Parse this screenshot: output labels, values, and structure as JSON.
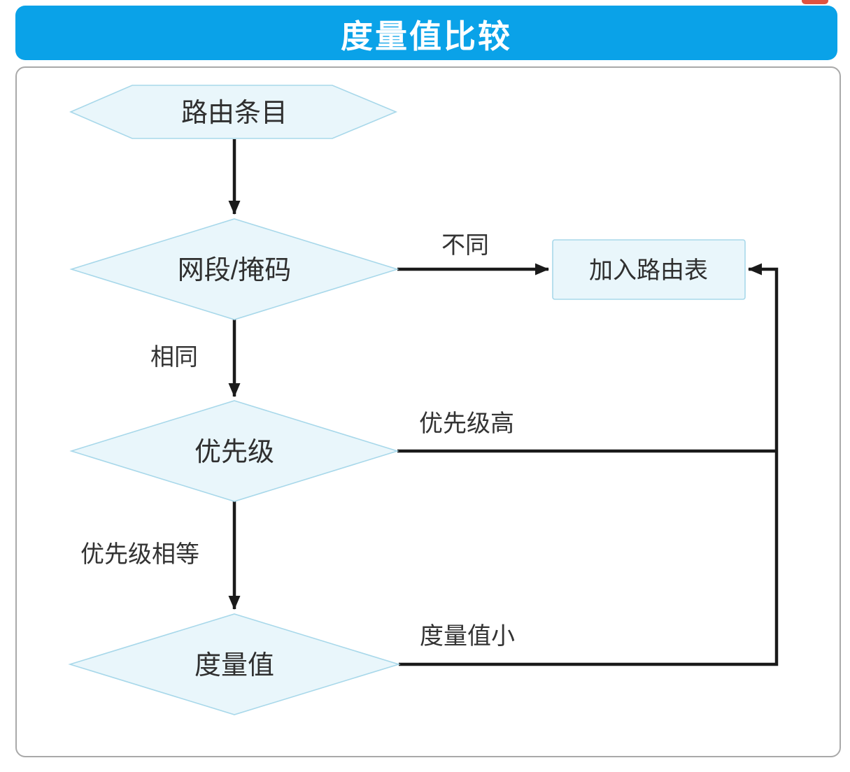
{
  "title": "度量值比较",
  "colors": {
    "titlebar_bg": "#0aa2e8",
    "title_text": "#ffffff",
    "node_fill": "#e9f6fb",
    "node_border": "#a8d8ea",
    "line": "#1a1a1a",
    "label_text": "#333333",
    "panel_border": "#a9a9a9",
    "red_fragment": "#e0523f"
  },
  "flowchart": {
    "nodes": [
      {
        "id": "route-entry",
        "shape": "hexagon",
        "label": "路由条目"
      },
      {
        "id": "network-mask",
        "shape": "diamond",
        "label": "网段/掩码"
      },
      {
        "id": "add-route-table",
        "shape": "rectangle",
        "label": "加入路由表"
      },
      {
        "id": "priority",
        "shape": "diamond",
        "label": "优先级"
      },
      {
        "id": "metric",
        "shape": "diamond",
        "label": "度量值"
      }
    ],
    "edge_labels": {
      "different": "不同",
      "same": "相同",
      "priority_high": "优先级高",
      "priority_equal": "优先级相等",
      "metric_small": "度量值小"
    }
  }
}
